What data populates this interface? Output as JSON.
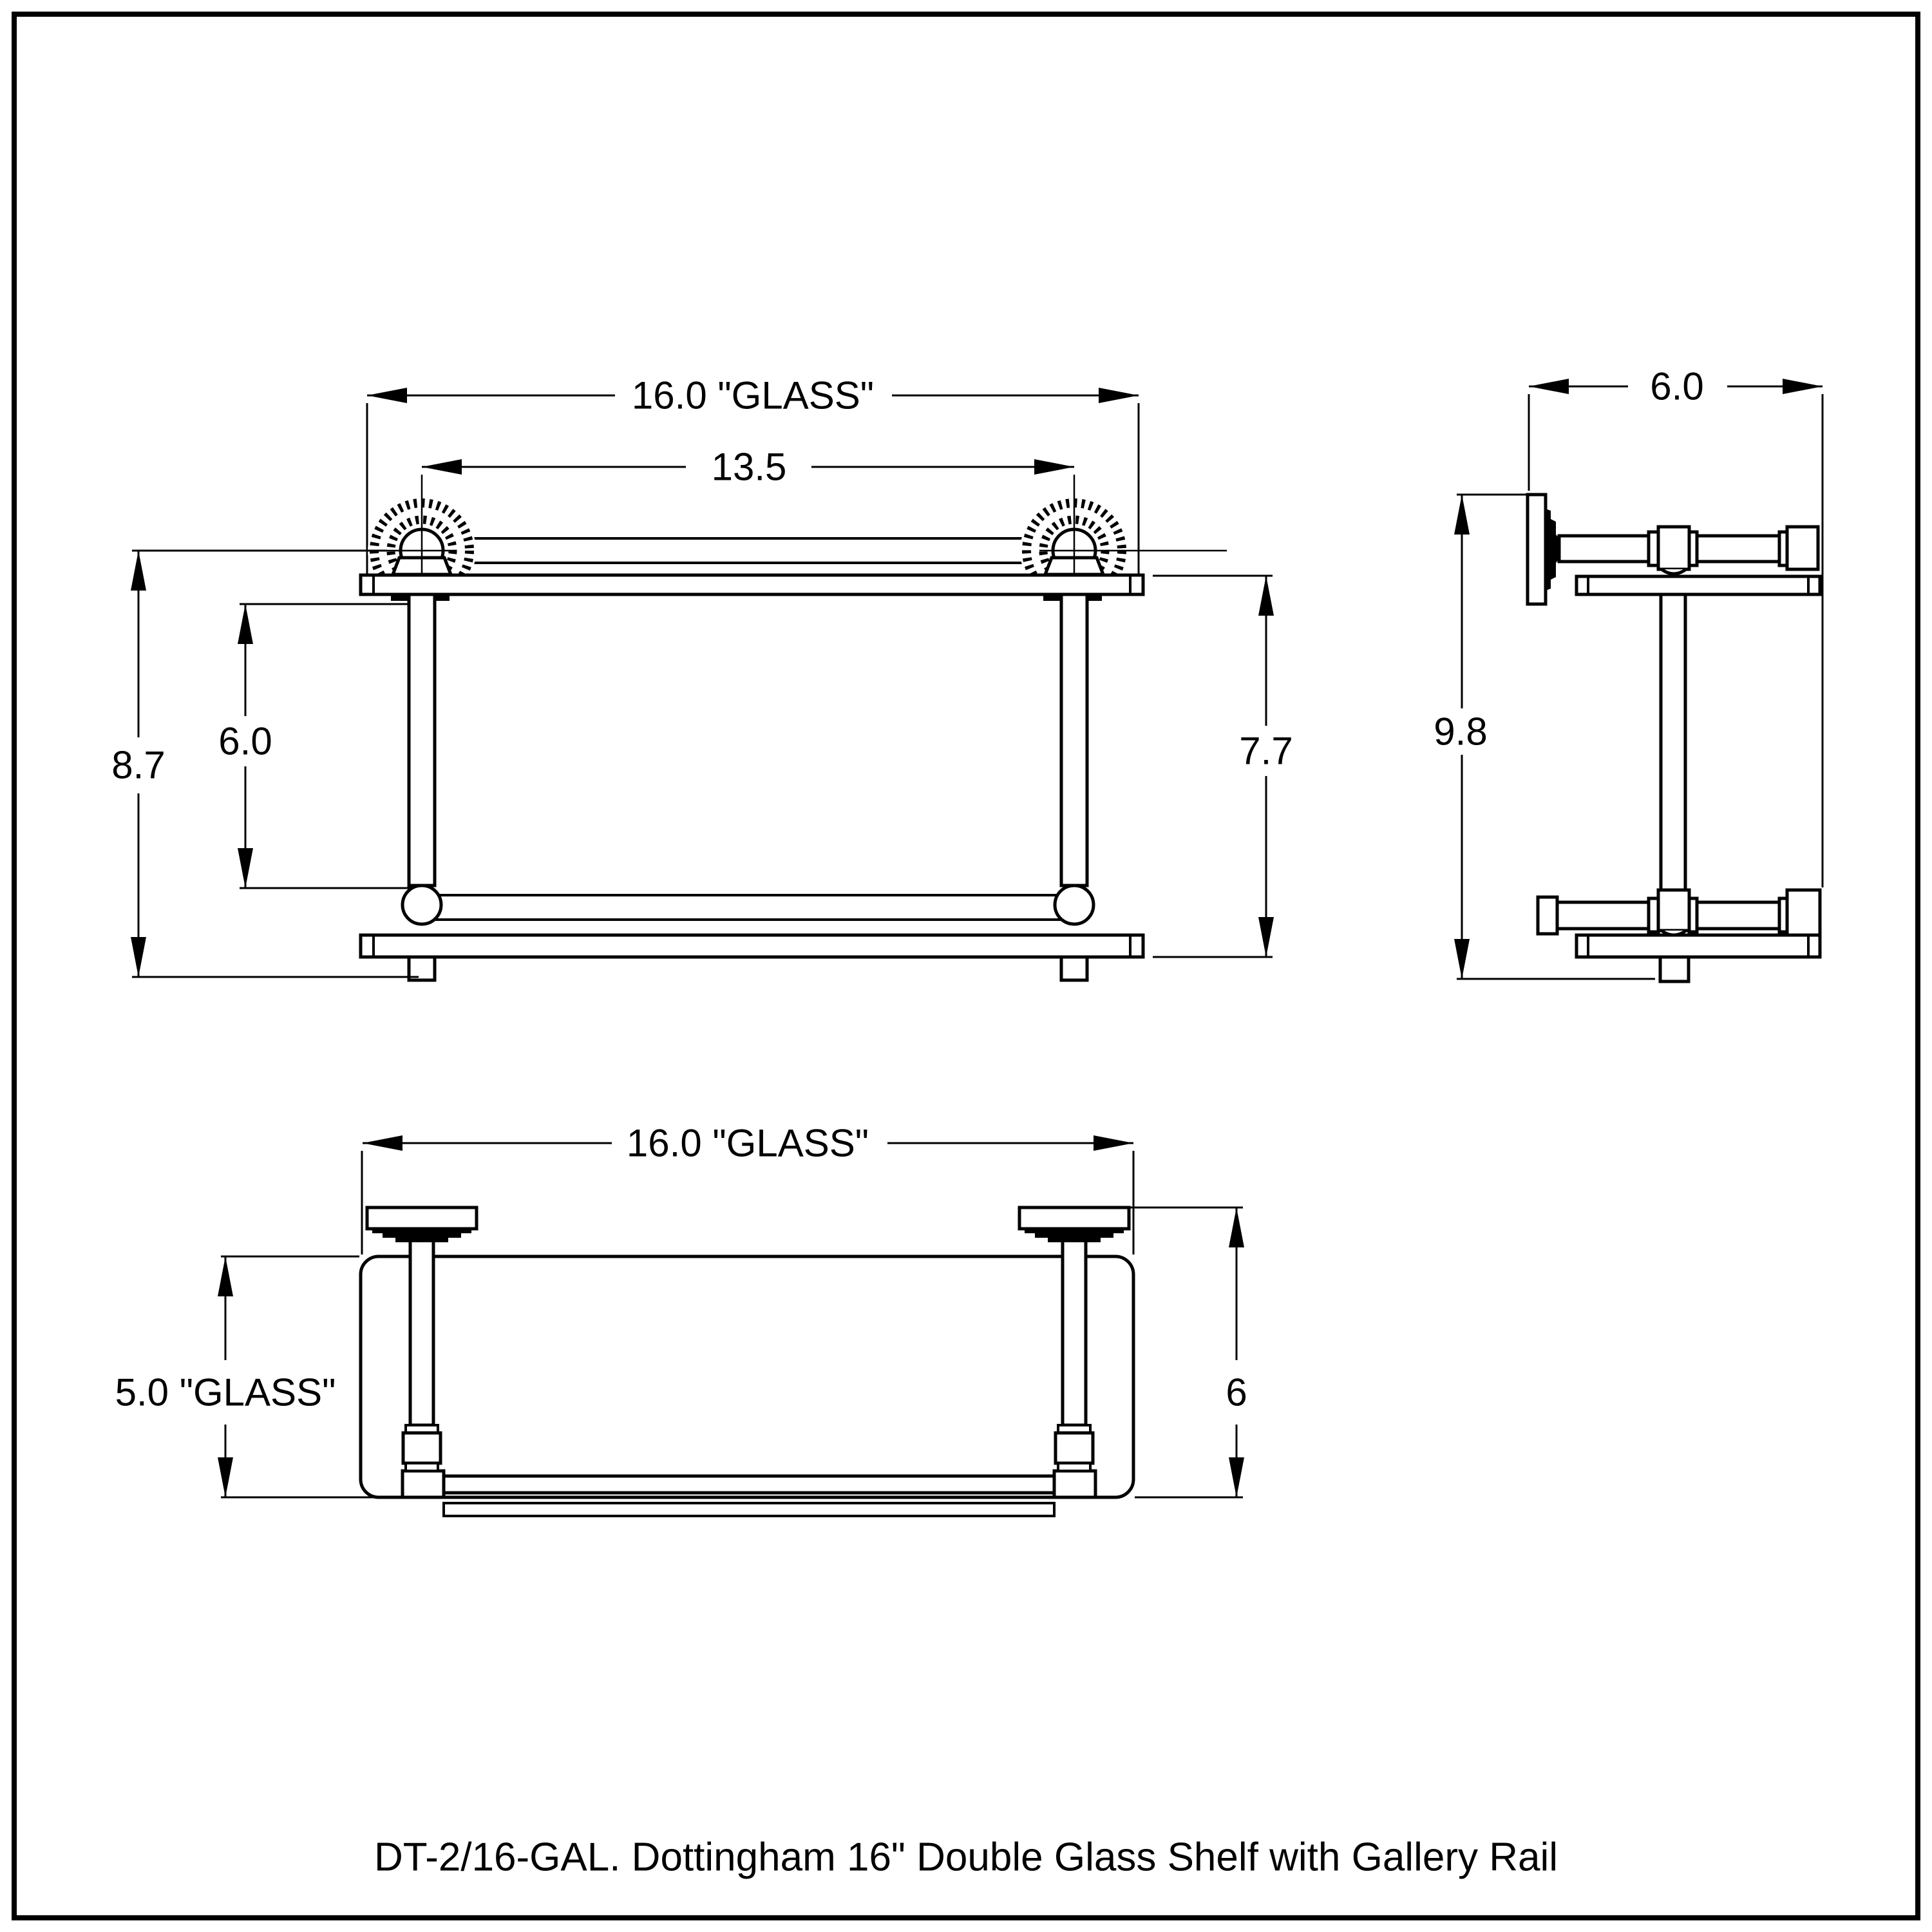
{
  "caption": "DT-2/16-GAL. Dottingham 16\" Double Glass Shelf with Gallery Rail",
  "drawing": {
    "front_view": {
      "dim_glass_width": "16.0 \"GLASS\"",
      "dim_post_spacing": "13.5",
      "dim_overall_height": "8.7",
      "dim_rail_to_lower_rail": "6.0",
      "dim_shelf_to_shelf": "7.7"
    },
    "side_view": {
      "dim_depth": "6.0",
      "dim_overall_height": "9.8"
    },
    "top_view": {
      "dim_glass_width": "16.0 \"GLASS\"",
      "dim_glass_depth": "5.0 \"GLASS\"",
      "dim_overall_depth": "6"
    }
  },
  "colors": {
    "line": "#000000",
    "background": "#ffffff"
  }
}
